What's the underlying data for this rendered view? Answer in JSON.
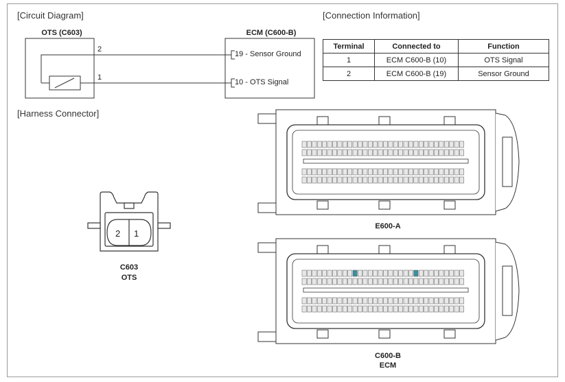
{
  "sections": {
    "circuit": "[Circuit Diagram]",
    "connection": "[Connection Information]",
    "harness": "[Harness Connector]"
  },
  "circuit": {
    "ots_title": "OTS (C603)",
    "ecm_title": "ECM (C600-B)",
    "wire_top_num": "2",
    "wire_bottom_num": "1",
    "ecm_pin_top": "19 - Sensor Ground",
    "ecm_pin_bottom": "10 - OTS Signal"
  },
  "table": {
    "headers": [
      "Terminal",
      "Connected to",
      "Function"
    ],
    "rows": [
      [
        "1",
        "ECM C600-B (10)",
        "OTS Signal"
      ],
      [
        "2",
        "ECM C600-B (19)",
        "Sensor Ground"
      ]
    ]
  },
  "connectors": {
    "c603_pin_left": "2",
    "c603_pin_right": "1",
    "c603_label": "C603",
    "c603_sub": "OTS",
    "ecm_a_label": "E600-A",
    "ecm_b_label": "C600-B",
    "ecm_b_sub": "ECM"
  },
  "colors": {
    "line": "#333333",
    "pin_fill": "#e8e8e8",
    "highlight_pin": "#3a8fa0"
  }
}
